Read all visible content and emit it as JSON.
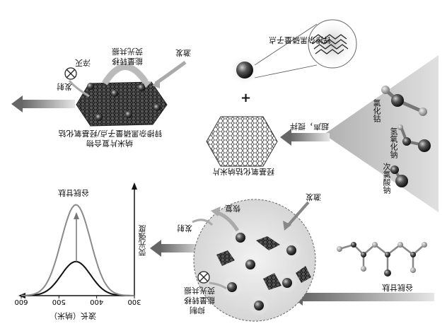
{
  "top_panel": {
    "qd_label": "锌掺杂黑磷量子点",
    "plus": "+",
    "sheet_label": "羟基氧化钴纳米片",
    "ultrasound_label": "超声，搅拌",
    "composite_label_line1": "锌掺杂黑磷量子点/羟基氧化钴",
    "composite_label_line2": "纳米片复合物",
    "excite_label": "激发",
    "fret_line1": "荧光共振",
    "fret_line2": "能量转移",
    "quench_label": "淬灭",
    "emit_label": "发射",
    "reagents": [
      "氯化钴",
      "氢氧化钠",
      "次氯酸钠"
    ]
  },
  "bottom_panel": {
    "excite_label": "激发",
    "recover_label": "恢复",
    "emit_label": "发射",
    "fret_line1": "荧光共振",
    "fret_line2": "能量转移",
    "fret_line3": "抑制",
    "molecule_label": "谷胱甘肽"
  },
  "chart_data": {
    "type": "line",
    "title": "谷胱甘肽",
    "xlabel": "波长（纳米）",
    "ylabel": "荧光强度",
    "x_ticks": [
      "300",
      "400",
      "500",
      "600"
    ],
    "xlim": [
      300,
      600
    ],
    "x_reversed": true,
    "series": [
      {
        "peak_x": 455,
        "peak_y": 0.33
      },
      {
        "peak_x": 455,
        "peak_y": 0.88
      }
    ]
  },
  "colors": {
    "arrow_gray": "#9a9a9a",
    "curve_gray": "#8a8a8a",
    "dark": "#222222"
  }
}
